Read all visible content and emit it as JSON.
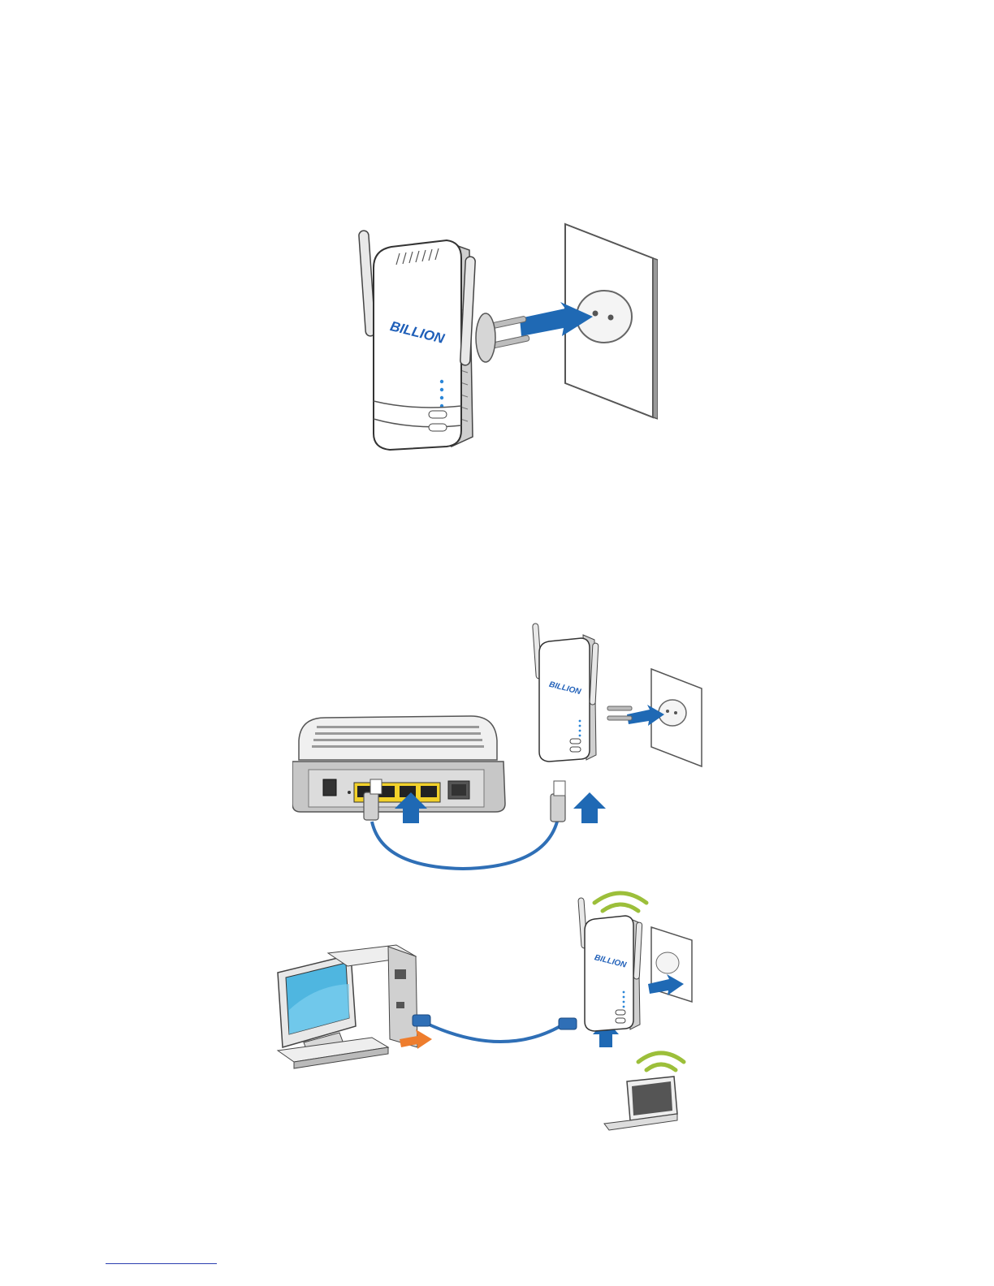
{
  "figures": {
    "plug_in": {
      "logo": "BILLION"
    },
    "router_connection": {
      "logo": "BILLION"
    },
    "computer_connection": {
      "logo": "BILLION"
    }
  },
  "colors": {
    "arrow_blue": "#1f69b4",
    "arrow_orange": "#ee7d2d",
    "cable_blue": "#2f6fb6",
    "wifi_green": "#9cbf3a",
    "port_yellow": "#f2d12a",
    "led_blue": "#2a86d8"
  }
}
